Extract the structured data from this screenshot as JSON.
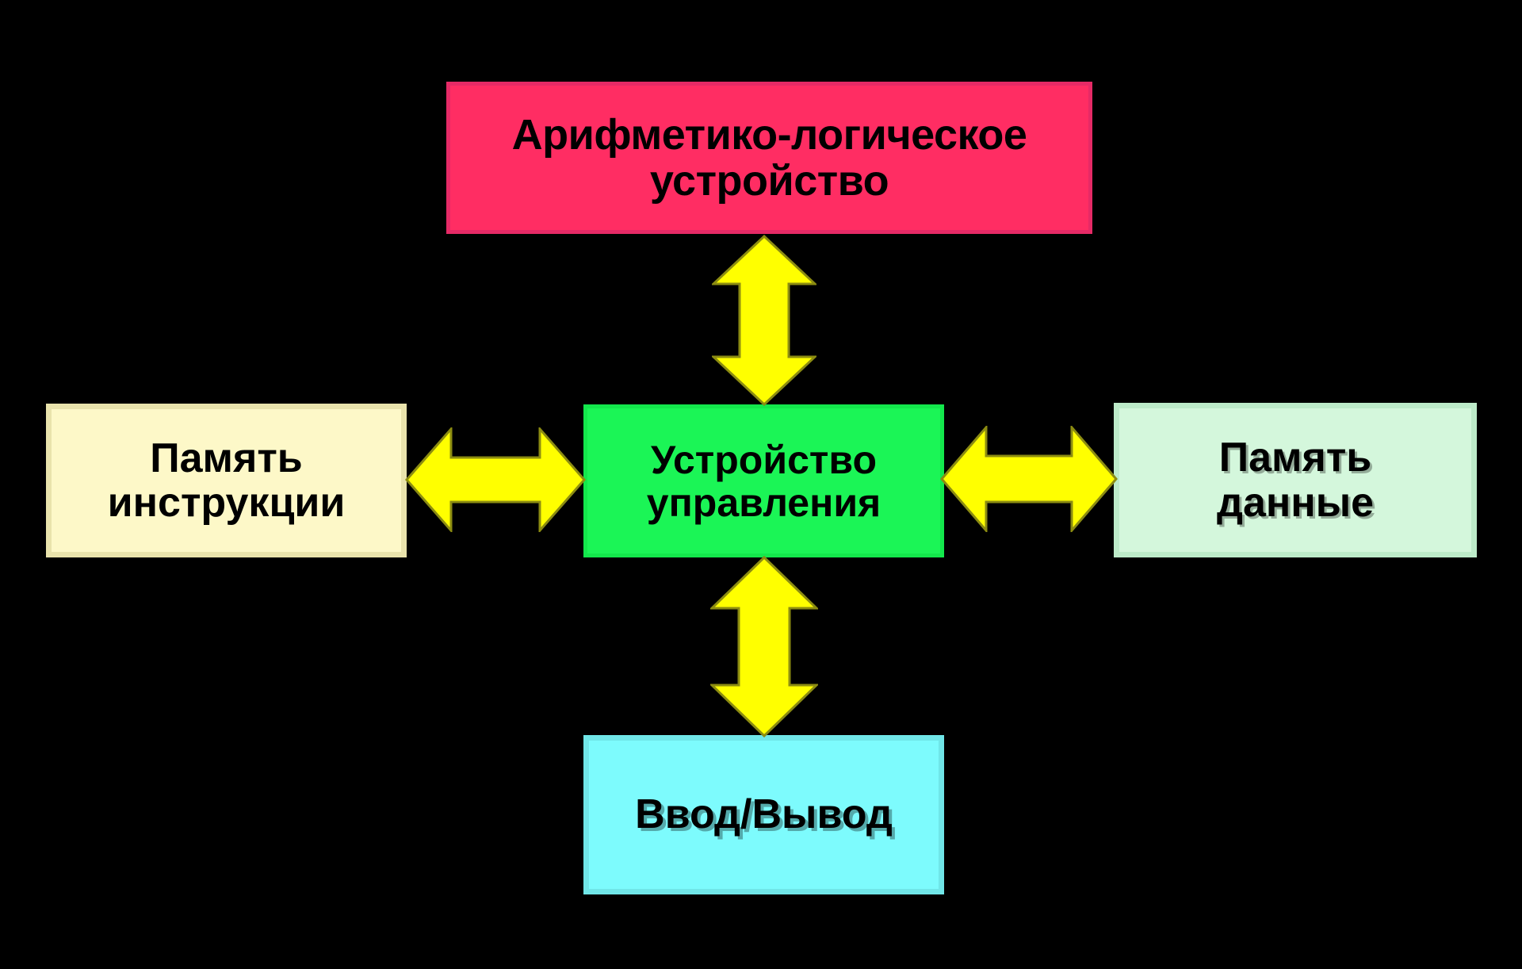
{
  "diagram": {
    "title": "Von Neumann / Harvard architecture block diagram",
    "background_color": "#000000",
    "arrow_fill": "#FFFF00",
    "arrow_stroke": "#8C8C11"
  },
  "nodes": {
    "alu": {
      "label": "Арифметико-логическое\nустройство",
      "color": "#FF2D63",
      "border_color": "#E62A66"
    },
    "instruction_memory": {
      "label": "Память\nинструкции",
      "color": "#FDF8C8",
      "border_color": "#E9E3AC"
    },
    "control_unit": {
      "label": "Устройство\nуправления",
      "color": "#1BF556",
      "border_color": "#13E84C"
    },
    "data_memory": {
      "label": "Память\nданные",
      "color": "#D4F7DC",
      "border_color": "#BDEBC9"
    },
    "io": {
      "label": "Ввод/Вывод",
      "color": "#7DFBFD",
      "border_color": "#70E6E8"
    }
  },
  "connectors": {
    "alu_control": {
      "name": "double-headed-vertical-arrow",
      "direction": "bidirectional"
    },
    "control_io": {
      "name": "double-headed-vertical-arrow",
      "direction": "bidirectional"
    },
    "instruction_control": {
      "name": "double-headed-horizontal-arrow",
      "direction": "bidirectional"
    },
    "control_data": {
      "name": "double-headed-horizontal-arrow",
      "direction": "bidirectional"
    }
  }
}
